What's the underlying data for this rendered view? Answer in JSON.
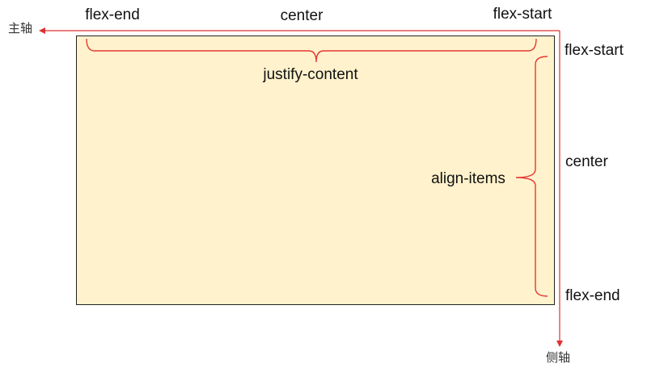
{
  "colors": {
    "container_fill": "#fff2cc",
    "container_border": "#222222",
    "axis_line": "#e03030",
    "bracket": "#e53935"
  },
  "main_axis": {
    "label": "主轴",
    "start_label": "flex-start",
    "center_label": "center",
    "end_label": "flex-end",
    "property_label": "justify-content"
  },
  "cross_axis": {
    "label": "侧轴",
    "start_label": "flex-start",
    "center_label": "center",
    "end_label": "flex-end",
    "property_label": "align-items"
  }
}
